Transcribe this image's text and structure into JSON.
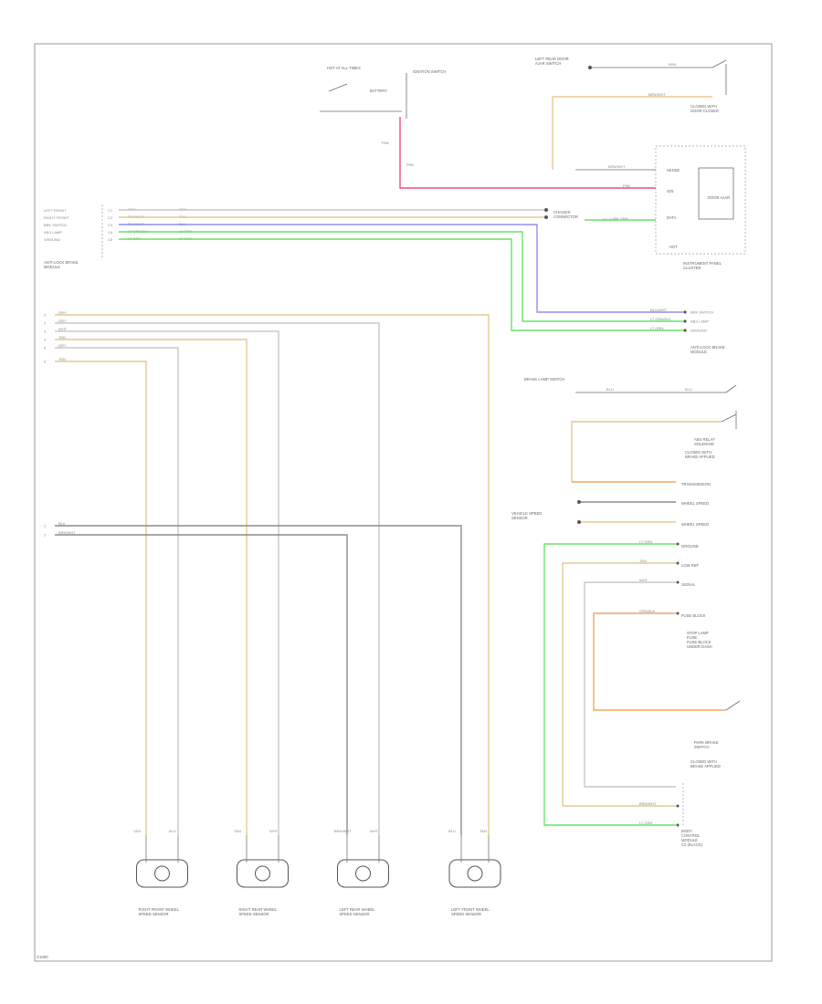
{
  "colors": {
    "tan": "#e6c98f",
    "red_pink": "#ef4f78",
    "blue": "#8e8ef0",
    "green": "#66e466",
    "gray": "#8c8c8c",
    "light_gray": "#c8c8c8",
    "orange": "#f1a660",
    "frame": "#9a9a9a"
  },
  "top": {
    "switch_label": "HOT AT ALL TIMES",
    "fuse_label": "IGNITION SWITCH",
    "fuse_pin": "BATTERY",
    "wire_a": "PNK",
    "wire_b": "PNK"
  },
  "lr_door": {
    "title": "LEFT REAR DOOR\nAJAR SWITCH",
    "wire": "BRN",
    "wire2": "BRN/WHT",
    "desc": "CLOSED WITH\nDOOR CLOSED"
  },
  "cluster": {
    "name": "INSTRUMENT PANEL\nCLUSTER",
    "pins": [
      "BRN/WHT",
      "PNK",
      "DK GRN"
    ],
    "labels": [
      "SENSE",
      "IGN",
      "DATA"
    ],
    "inner": "DOOR AJAR",
    "node": "HOT"
  },
  "connector": {
    "name": "CHASSIS\nCONNECTOR",
    "pin": "DK GRN"
  },
  "module": {
    "name": "ANTI-LOCK BRAKE\nMODULE",
    "rows": [
      {
        "pin": "C1",
        "color": "GRY",
        "label": "LEFT FRONT"
      },
      {
        "pin": "C2",
        "color": "TAN/WHT",
        "label": "RIGHT FRONT"
      },
      {
        "pin": "C3",
        "color": "BLU/WHT",
        "label": "BRK SWITCH"
      },
      {
        "pin": "C4",
        "color": "LT GRN/BLK",
        "label": "ABS LAMP"
      },
      {
        "pin": "C5",
        "color": "LT GRN",
        "label": "GROUND"
      }
    ],
    "wires_right": [
      "GRY",
      "TAN",
      "BLU",
      "LT GRN",
      "LT GRN"
    ]
  },
  "left_block": {
    "rows": [
      "GRY",
      "GRY",
      "WHT",
      "TAN",
      "GRY",
      "TAN"
    ],
    "rows2": [
      "BLK",
      "BRN/WHT"
    ]
  },
  "right_stack": {
    "brake_title": "ABS RELAY\nSOLENOID",
    "brake_wire": "BLU",
    "brake_pin": "BLU",
    "brake_switch": "BRAKE LAMP SWITCH",
    "brake_switch_desc": "CLOSED WITH\nBRAKE APPLIED",
    "transmission": "TRANSMISSION",
    "speed_cluster": "VEHICLE SPEED\nSENSOR",
    "wheel_left": "WHEEL SPEED",
    "wheel_right": "WHEEL SPEED",
    "ground": "GROUND",
    "low_ref": "LOW REF",
    "signal": "SIGNAL",
    "fuse_power": "FUSE BLOCK",
    "fuse_desc": "STOP LAMP\nFUSE\nFUSE BLOCK\nUNDER DASH",
    "park_title": "PARK BRAKE\nSWITCH",
    "park_desc": "CLOSED WITH\nBRAKE APPLIED",
    "junction_title": "BODY\nCONTROL\nMODULE\nC2 (BLACK)",
    "row_colors": [
      "LT GRN",
      "TAN",
      "WHT",
      "ORN/BLK",
      "BRN/WHT",
      "LT GRN"
    ]
  },
  "sensors": [
    {
      "name": "RIGHT FRONT WHEEL\nSPEED SENSOR",
      "wire_a": "TAN",
      "wire_b": "BLU"
    },
    {
      "name": "RIGHT REAR WHEEL\nSPEED SENSOR",
      "wire_a": "TAN",
      "wire_b": "WHT"
    },
    {
      "name": "LEFT REAR WHEEL\nSPEED SENSOR",
      "wire_a": "BRN/WHT",
      "wire_b": "WHT"
    },
    {
      "name": "LEFT FRONT WHEEL\nSPEED SENSOR",
      "wire_a": "BLU",
      "wire_b": "TAN"
    }
  ],
  "corner_label": "G1000"
}
